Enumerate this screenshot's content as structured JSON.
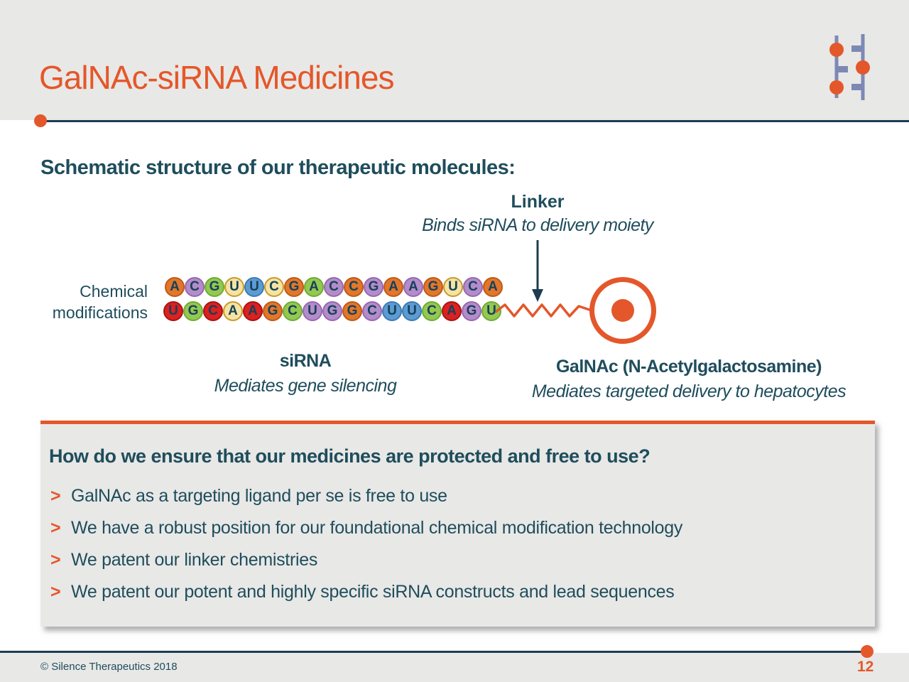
{
  "slide": {
    "title": "GalNAc-siRNA Medicines",
    "subtitle": "Schematic structure of our therapeutic molecules:"
  },
  "colors": {
    "accent_orange": "#E4572A",
    "text_teal": "#1F4D5C",
    "panel_gray": "#E8E8E6",
    "logo_slate": "#7E88B5",
    "nucleotide": {
      "orange": {
        "fill": "#E0772B",
        "border": "#C05A17"
      },
      "purple": {
        "fill": "#B38CC9",
        "border": "#9668B3"
      },
      "green": {
        "fill": "#94C850",
        "border": "#6FAC35"
      },
      "yellow": {
        "fill": "#F4E4A4",
        "border": "#C99A2A"
      },
      "blue": {
        "fill": "#5D9BD3",
        "border": "#3E7AB5"
      },
      "red": {
        "fill": "#DD2020",
        "border": "#A81414"
      }
    }
  },
  "diagram": {
    "linker": {
      "label": "Linker",
      "desc": "Binds siRNA to delivery moiety"
    },
    "chemical_modifications_label": "Chemical modifications",
    "sirna": {
      "label": "siRNA",
      "desc": "Mediates gene silencing"
    },
    "galnac": {
      "label": "GalNAc (N-Acetylgalactosamine)",
      "desc": "Mediates targeted delivery to hepatocytes"
    },
    "strand_top": [
      {
        "base": "A",
        "color": "orange"
      },
      {
        "base": "C",
        "color": "purple"
      },
      {
        "base": "G",
        "color": "green"
      },
      {
        "base": "U",
        "color": "yellow"
      },
      {
        "base": "U",
        "color": "blue"
      },
      {
        "base": "C",
        "color": "yellow"
      },
      {
        "base": "G",
        "color": "orange"
      },
      {
        "base": "A",
        "color": "green"
      },
      {
        "base": "C",
        "color": "purple"
      },
      {
        "base": "C",
        "color": "orange"
      },
      {
        "base": "G",
        "color": "purple"
      },
      {
        "base": "A",
        "color": "orange"
      },
      {
        "base": "A",
        "color": "purple"
      },
      {
        "base": "G",
        "color": "orange"
      },
      {
        "base": "U",
        "color": "yellow"
      },
      {
        "base": "C",
        "color": "purple"
      },
      {
        "base": "A",
        "color": "orange"
      }
    ],
    "strand_bottom": [
      {
        "base": "U",
        "color": "red"
      },
      {
        "base": "G",
        "color": "green"
      },
      {
        "base": "C",
        "color": "red"
      },
      {
        "base": "A",
        "color": "yellow"
      },
      {
        "base": "A",
        "color": "red"
      },
      {
        "base": "G",
        "color": "orange"
      },
      {
        "base": "C",
        "color": "green"
      },
      {
        "base": "U",
        "color": "purple"
      },
      {
        "base": "G",
        "color": "purple"
      },
      {
        "base": "G",
        "color": "orange"
      },
      {
        "base": "C",
        "color": "purple"
      },
      {
        "base": "U",
        "color": "blue"
      },
      {
        "base": "U",
        "color": "blue"
      },
      {
        "base": "C",
        "color": "green"
      },
      {
        "base": "A",
        "color": "red"
      },
      {
        "base": "G",
        "color": "purple"
      },
      {
        "base": "U",
        "color": "green"
      }
    ]
  },
  "question_box": {
    "heading": "How do we ensure that our medicines are protected and free to use?",
    "bullet_marker": ">",
    "bullets": [
      "GalNAc as a targeting ligand per se is free to use",
      "We have a robust position for our foundational chemical modification technology",
      "We patent our linker chemistries",
      "We patent our potent and highly specific siRNA constructs and lead sequences"
    ]
  },
  "footer": {
    "copyright": "© Silence Therapeutics 2018",
    "page_number": "12"
  }
}
